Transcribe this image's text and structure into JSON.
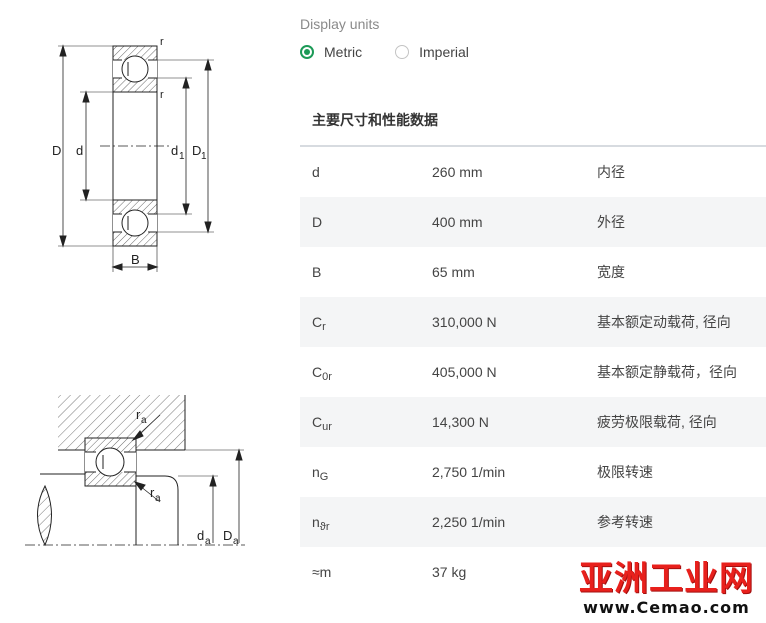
{
  "units": {
    "title": "Display units",
    "options": [
      {
        "label": "Metric",
        "selected": true
      },
      {
        "label": "Imperial",
        "selected": false
      }
    ],
    "accent_color": "#1c9a57"
  },
  "section_title": "主要尺寸和性能数据",
  "drawing1": {
    "labels": {
      "D": "D",
      "d": "d",
      "d1": "d",
      "d1_sub": "1",
      "D1": "D",
      "D1_sub": "1",
      "B": "B",
      "r_top": "r",
      "r_mid": "r"
    }
  },
  "drawing2": {
    "labels": {
      "ra_top": "r",
      "ra_top_sub": "a",
      "ra_bot": "r",
      "ra_bot_sub": "a",
      "da": "d",
      "da_sub": "a",
      "Da": "D",
      "Da_sub": "a"
    }
  },
  "rows": [
    {
      "sym": "d",
      "sub": "",
      "value": "260 mm",
      "desc": "内径"
    },
    {
      "sym": "D",
      "sub": "",
      "value": "400 mm",
      "desc": "外径"
    },
    {
      "sym": "B",
      "sub": "",
      "value": "65 mm",
      "desc": "宽度"
    },
    {
      "sym": "C",
      "sub": "r",
      "value": "310,000 N",
      "desc": "基本额定动载荷, 径向"
    },
    {
      "sym": "C",
      "sub": "0r",
      "value": "405,000 N",
      "desc": "基本额定静载荷，径向"
    },
    {
      "sym": "C",
      "sub": "ur",
      "value": "14,300 N",
      "desc": "疲劳极限载荷, 径向"
    },
    {
      "sym": "n",
      "sub": "G",
      "value": "2,750 1/min",
      "desc": "极限转速"
    },
    {
      "sym": "n",
      "sub": "ϑr",
      "value": "2,250 1/min",
      "desc": "参考转速"
    },
    {
      "sym": "≈m",
      "sub": "",
      "value": "37 kg",
      "desc": ""
    }
  ],
  "watermark": {
    "cn": "亚洲工业网",
    "url": "www.Cemao.com"
  }
}
